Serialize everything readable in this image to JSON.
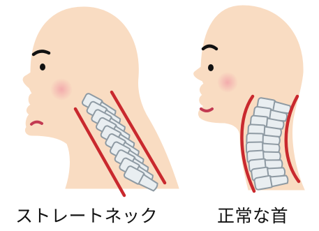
{
  "captions": {
    "left": "ストレートネック",
    "right": "正常な首"
  },
  "colors": {
    "skin": "#f9dcc2",
    "skin_outline": "#a3826b",
    "blush": "#f2a6aa",
    "spine_line": "#c9292e",
    "vertebra_fill": "#e9eef1",
    "vertebra_outline": "#8e9aa3",
    "eye": "#111111",
    "mouth_left": "#c23a52",
    "mouth_right": "#c23a52"
  },
  "figures": {
    "left": {
      "spine_shape": "straight",
      "expression": "worried"
    },
    "right": {
      "spine_shape": "curved",
      "expression": "smiling"
    }
  }
}
